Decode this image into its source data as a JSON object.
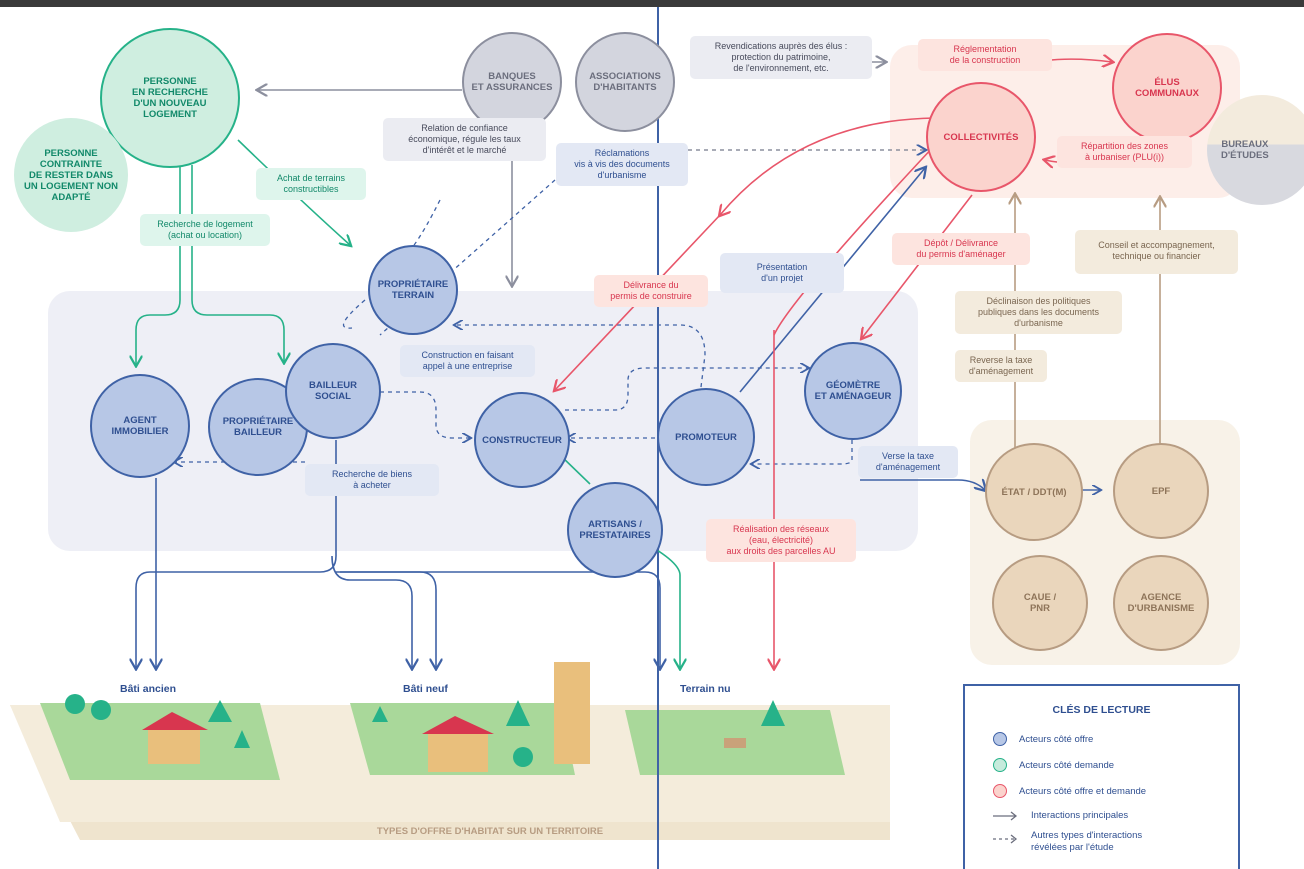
{
  "nodes": {
    "personne_recherche": "PERSONNE\nEN RECHERCHE\nD'UN NOUVEAU\nLOGEMENT",
    "personne_contrainte": "PERSONNE\nCONTRAINTE\nDE RESTER DANS\nUN LOGEMENT NON\nADAPTÉ",
    "banques": "BANQUES\nET ASSURANCES",
    "associations": "ASSOCIATIONS\nD'HABITANTS",
    "collectivites": "COLLECTIVITÉS",
    "elus": "ÉLUS\nCOMMUNAUX",
    "bureaux": "BUREAUX\nD'ÉTUDES",
    "proprietaire_terrain": "PROPRIÉTAIRE\nTERRAIN",
    "bailleur_social": "BAILLEUR\nSOCIAL",
    "agent_immobilier": "AGENT\nIMMOBILIER",
    "proprietaire_bailleur": "PROPRIÉTAIRE\nBAILLEUR",
    "constructeur": "CONSTRUCTEUR",
    "promoteur": "PROMOTEUR",
    "geometre": "GÉOMÈTRE\nET AMÉNAGEUR",
    "artisans": "ARTISANS /\nPRESTATAIRES",
    "etat": "ÉTAT / DDT(M)",
    "epf": "EPF",
    "caue": "CAUE /\nPNR",
    "agence": "AGENCE\nD'URBANISME"
  },
  "labels": {
    "revendications": "Revendications auprès des élus :\nprotection du patrimoine,\nde l'environnement, etc.",
    "reglementation": "Réglementation\nde la construction",
    "relation_confiance": "Relation de confiance\néconomique, régule les taux\nd'intérêt et le marché",
    "reclamations": "Réclamations\nvis à vis des documents\nd'urbanisme",
    "repartition": "Répartition des zones\nà urbaniser (PLU(i))",
    "achat_terrains": "Achat de terrains\nconstructibles",
    "recherche_logement": "Recherche de logement\n(achat ou location)",
    "delivrance_permis": "Délivrance du\npermis de construire",
    "presentation_projet": "Présentation\nd'un projet",
    "depot_delivrance": "Dépôt / Délivrance\ndu permis d'aménager",
    "conseil": "Conseil et accompagnement,\ntechnique ou financier",
    "declinaison": "Déclinaison des politiques\npubliques dans les documents\nd'urbanisme",
    "reverse_taxe": "Reverse la taxe\nd'aménagement",
    "construction_entreprise": "Construction en faisant\nappel à une entreprise",
    "verse_taxe": "Verse la taxe\nd'aménagement",
    "recherche_biens": "Recherche de biens\nà acheter",
    "realisation_reseaux": "Réalisation des réseaux\n(eau, électricité)\naux droits des parcelles AU"
  },
  "captions": {
    "bati_ancien": "Bâti ancien",
    "bati_neuf": "Bâti neuf",
    "terrain_nu": "Terrain nu",
    "types_offre": "TYPES D'OFFRE D'HABITAT SUR UN TERRITOIRE"
  },
  "legend": {
    "title": "CLÉS DE LECTURE",
    "offre": "Acteurs côté offre",
    "demande": "Acteurs côté demande",
    "offre_demande": "Acteurs côté offre et demande",
    "principales": "Interactions principales",
    "autres": "Autres types d'interactions\nrévélées par l'étude"
  },
  "colors": {
    "offre": "#3f62a6",
    "demande": "#26b289",
    "offre_demande": "#e8566a",
    "gray": "#8c8f9e",
    "beige": "#b79c82"
  }
}
